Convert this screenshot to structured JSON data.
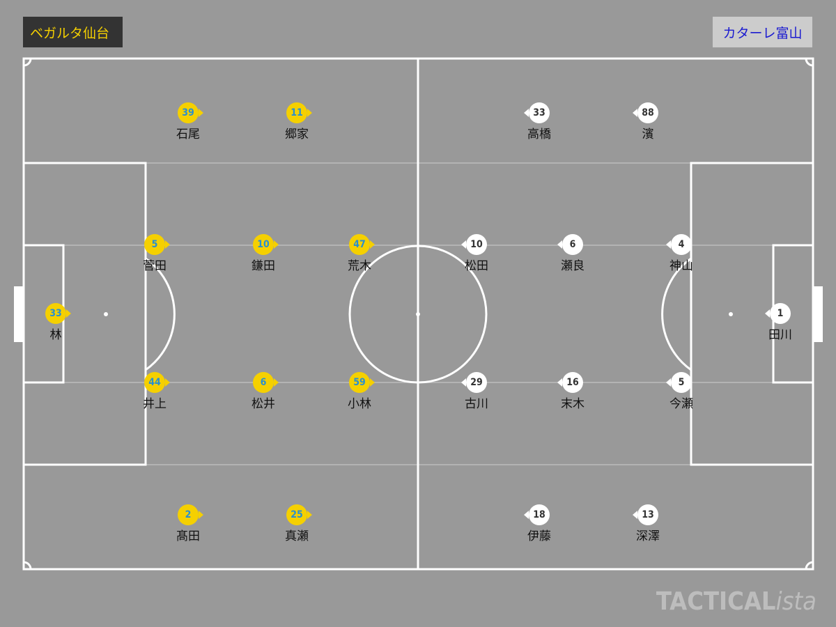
{
  "teams": {
    "home": {
      "name": "ベガルタ仙台",
      "label_color": "#f5d000",
      "badge_color": "#f5d000",
      "number_color": "#2a8fd0"
    },
    "away": {
      "name": "カターレ富山",
      "label_color": "#1a1ad0",
      "badge_color": "#ffffff",
      "number_color": "#333333"
    }
  },
  "pitch": {
    "line_color": "#ffffff",
    "background": "#999999"
  },
  "home_players": [
    {
      "number": "39",
      "name": "石尾"
    },
    {
      "number": "11",
      "name": "郷家"
    },
    {
      "number": "5",
      "name": "菅田"
    },
    {
      "number": "10",
      "name": "鎌田"
    },
    {
      "number": "47",
      "name": "荒木"
    },
    {
      "number": "33",
      "name": "林"
    },
    {
      "number": "44",
      "name": "井上"
    },
    {
      "number": "6",
      "name": "松井"
    },
    {
      "number": "59",
      "name": "小林"
    },
    {
      "number": "2",
      "name": "髙田"
    },
    {
      "number": "25",
      "name": "真瀬"
    }
  ],
  "away_players": [
    {
      "number": "33",
      "name": "高橋"
    },
    {
      "number": "88",
      "name": "濱"
    },
    {
      "number": "10",
      "name": "松田"
    },
    {
      "number": "6",
      "name": "瀬良"
    },
    {
      "number": "4",
      "name": "神山"
    },
    {
      "number": "1",
      "name": "田川"
    },
    {
      "number": "29",
      "name": "古川"
    },
    {
      "number": "16",
      "name": "末木"
    },
    {
      "number": "5",
      "name": "今瀬"
    },
    {
      "number": "18",
      "name": "伊藤"
    },
    {
      "number": "13",
      "name": "深澤"
    }
  ],
  "watermark": {
    "main": "TACTICAL",
    "italic": "ista"
  }
}
